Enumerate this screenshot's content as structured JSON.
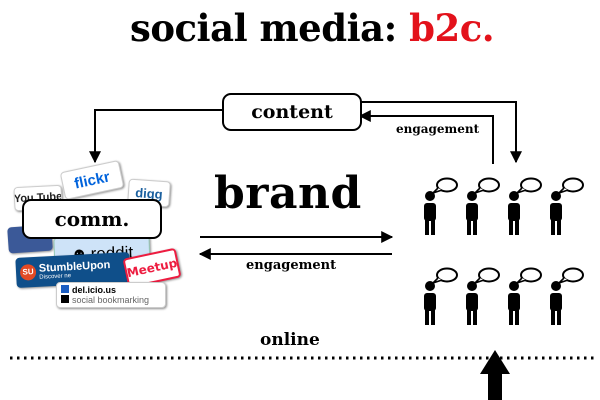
{
  "title": {
    "main": "social media: ",
    "accent": "b2c."
  },
  "content_label": "content",
  "comm_label": "comm.",
  "brand_label": "brand",
  "engagement_top": "engagement",
  "engagement_mid": "engagement",
  "online_label": "online",
  "logos": {
    "flickr": "flickr",
    "digg": "digg",
    "youtube": "You Tube",
    "reddit": "reddit",
    "stumbleupon": "StumbleUpon",
    "stumbleupon_sub": "Discover ne",
    "meetup": "Meetup",
    "delicious": "del.icio.us",
    "delicious_sub": "social bookmarking"
  },
  "colors": {
    "accent": "#e3121b",
    "ink": "#000000"
  },
  "icons": [
    "person-icon",
    "speech-bubble-icon",
    "arrow-icon",
    "up-arrow-icon"
  ]
}
